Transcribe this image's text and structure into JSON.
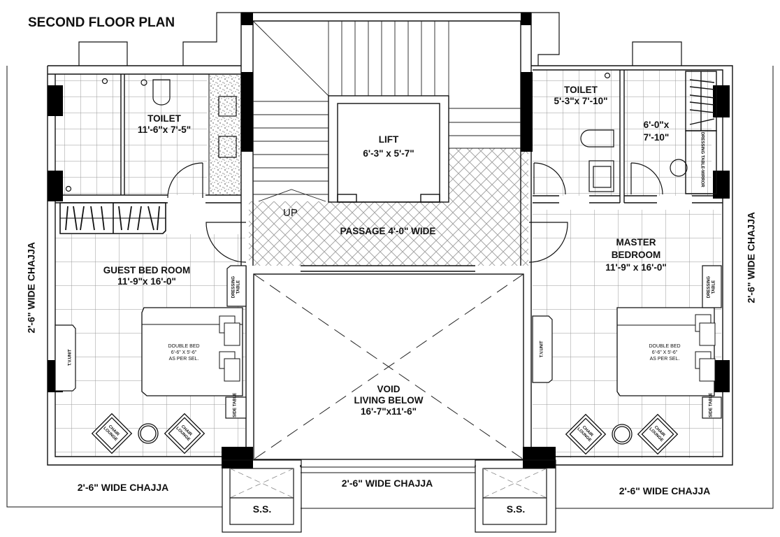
{
  "title": "SECOND FLOOR PLAN",
  "rooms": {
    "guest_toilet": {
      "name": "TOILET",
      "size": "11'-6\"x 7'-5\""
    },
    "lift": {
      "name": "LIFT",
      "size": "6'-3\" x 5'-7\""
    },
    "master_toilet": {
      "name": "TOILET",
      "size": "5'-3\"x 7'-10\""
    },
    "dressing": {
      "size_line1": "6'-0\"x",
      "size_line2": "7'-10\"",
      "furniture": "DRESSING TABLE-MIRROR"
    },
    "passage": {
      "name": "PASSAGE 4'-0\" WIDE",
      "stair_label": "UP"
    },
    "guest_bedroom": {
      "name": "GUEST BED ROOM",
      "size": "11'-9\"x 16'-0\"",
      "bed": {
        "line1": "DOUBLE BED",
        "line2": "6'-6\" X 5'-6\"",
        "line3": "AS PER SEL."
      },
      "dressing_table": "DRESSING TABLE",
      "side_table": "SIDE TABLE",
      "tv_unit": "T.V.UNIT",
      "chairs": [
        "CHAIR LOUNGE",
        "CHAIR LOUNGE"
      ]
    },
    "master_bedroom": {
      "name_line1": "MASTER",
      "name_line2": "BEDROOM",
      "size": "11'-9\" x 16'-0\"",
      "bed": {
        "line1": "DOUBLE BED",
        "line2": "6'-6\" X 5'-6\"",
        "line3": "AS PER SEL."
      },
      "dressing_table": "DRESSING TABLE",
      "side_table": "SIDE TABLE",
      "tv_unit": "T.V.UNIT",
      "chairs": [
        "CHAIR LOUNGE",
        "CHAIR LOUNGE"
      ]
    },
    "void": {
      "line1": "VOID",
      "line2": "LIVING BELOW",
      "line3": "16'-7\"x11'-6\""
    }
  },
  "chajja": {
    "left": "2'-6\" WIDE CHAJJA",
    "right": "2'-6\" WIDE CHAJJA",
    "bottom_left": "2'-6\" WIDE CHAJJA",
    "bottom_center": "2'-6\" WIDE CHAJJA",
    "bottom_right": "2'-6\" WIDE CHAJJA"
  },
  "shafts": [
    "S.S.",
    "S.S."
  ],
  "colors": {
    "line": "#111111",
    "grid": "#9a9a9a",
    "column": "#000000",
    "background": "#ffffff"
  }
}
